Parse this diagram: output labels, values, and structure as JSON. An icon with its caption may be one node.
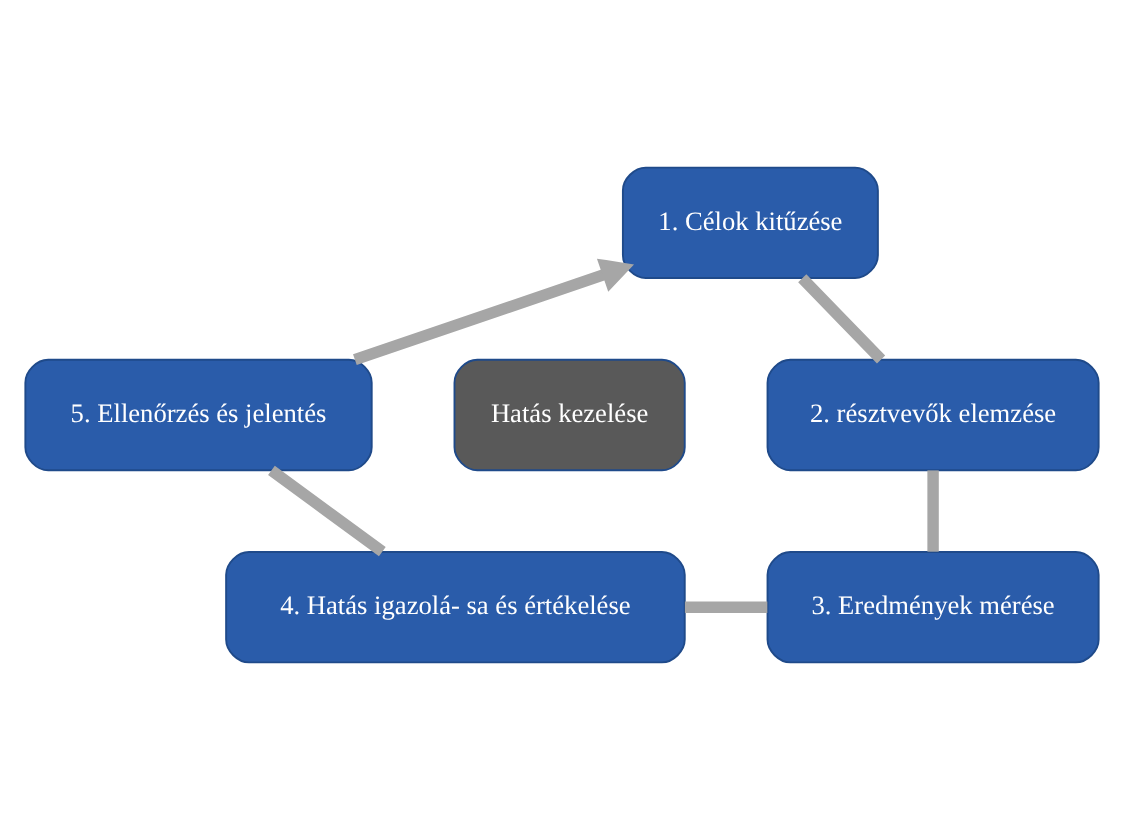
{
  "diagram": {
    "nodes": [
      {
        "text": [
          "1. Célok kitűzése"
        ]
      },
      {
        "text": [
          "2. résztvevők elemzése"
        ]
      },
      {
        "text": [
          "3. Eredmények mérése"
        ]
      },
      {
        "text": [
          "4. Hatás igazolá- sa és értékelése"
        ]
      },
      {
        "text": [
          "5. Ellenőrzés és jelentés"
        ]
      },
      {
        "text": [
          "Hatás kezelése"
        ]
      }
    ],
    "edges": [
      {
        "from": 0,
        "to": 1,
        "arrow": "none"
      },
      {
        "from": 1,
        "to": 2,
        "arrow": "none"
      },
      {
        "from": 2,
        "to": 3,
        "arrow": "none"
      },
      {
        "from": 3,
        "to": 4,
        "arrow": "none"
      },
      {
        "from": 4,
        "to": 0,
        "arrow": "to"
      }
    ]
  }
}
